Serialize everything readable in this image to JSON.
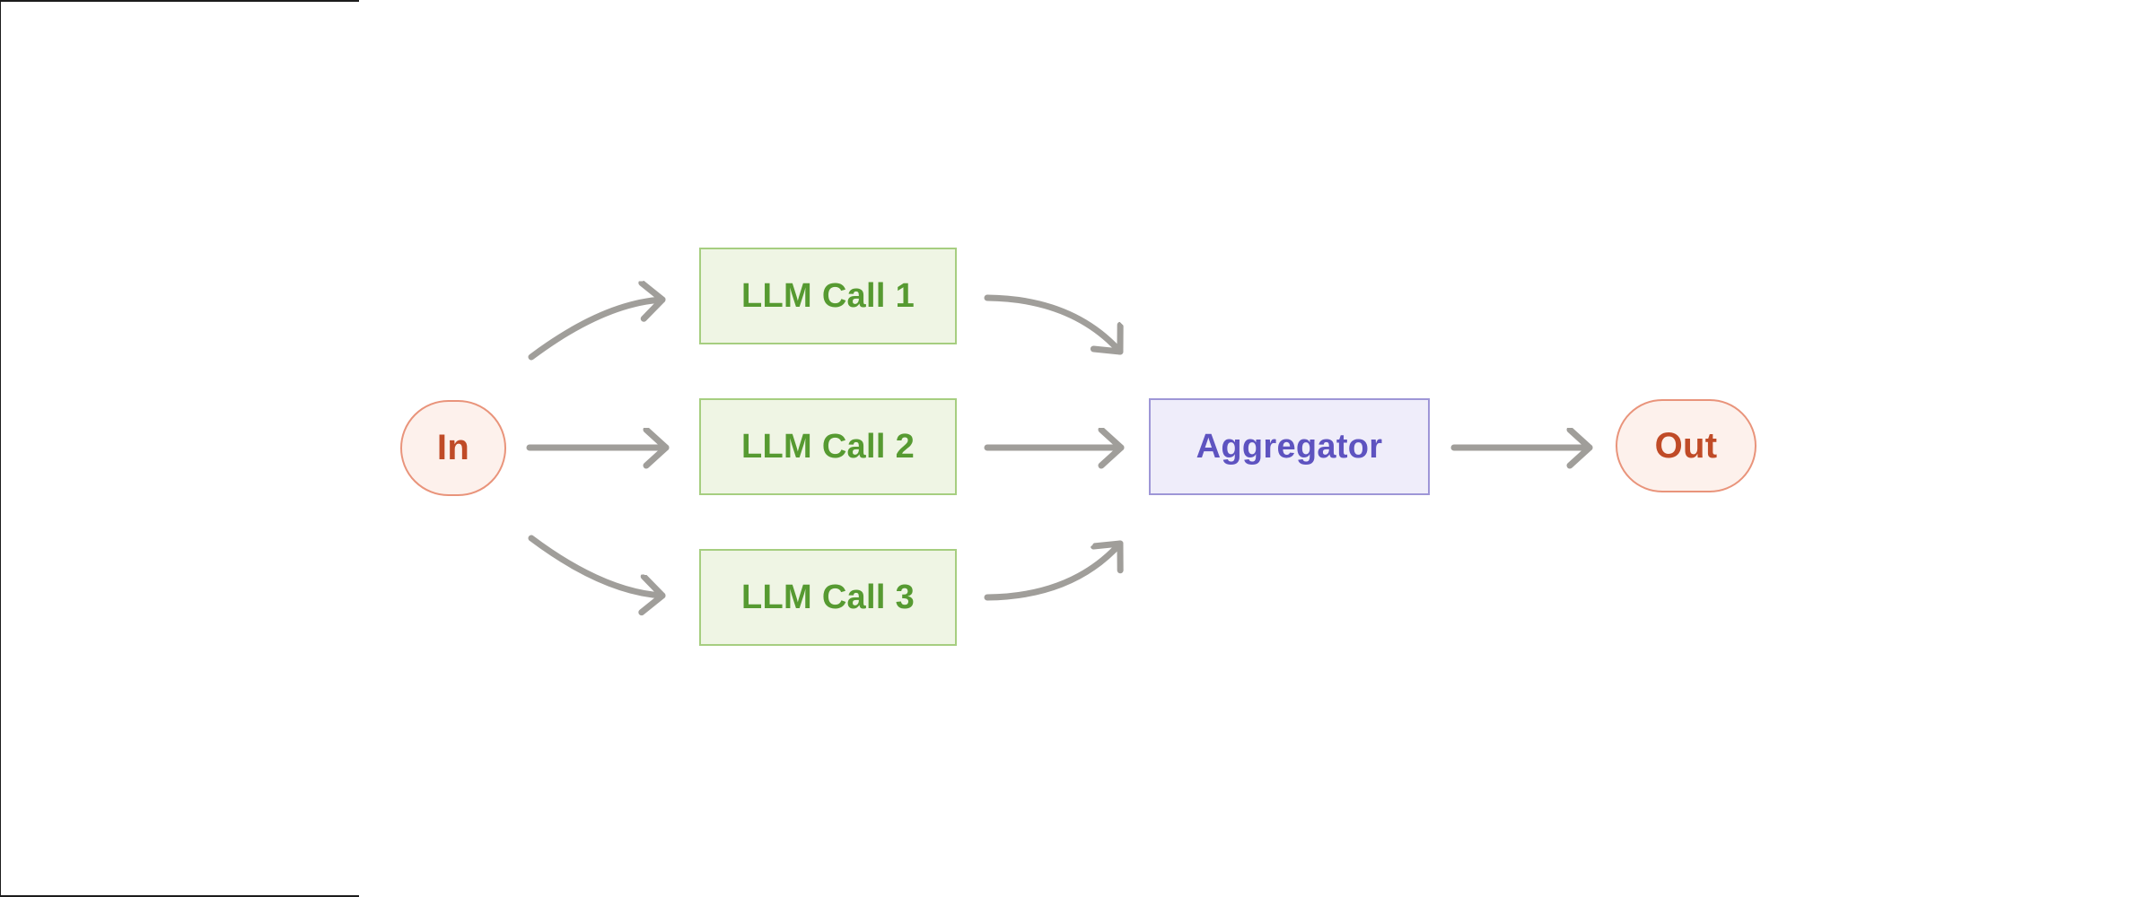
{
  "diagram_type": "workflow-parallelization",
  "nodes": {
    "in": {
      "label": "In",
      "kind": "terminal"
    },
    "llm_call_1": {
      "label": "LLM Call 1",
      "kind": "llm-call"
    },
    "llm_call_2": {
      "label": "LLM Call 2",
      "kind": "llm-call"
    },
    "llm_call_3": {
      "label": "LLM Call 3",
      "kind": "llm-call"
    },
    "aggregator": {
      "label": "Aggregator",
      "kind": "aggregator"
    },
    "out": {
      "label": "Out",
      "kind": "terminal"
    }
  },
  "edges": [
    {
      "from": "in",
      "to": "llm_call_1",
      "shape": "curved-up"
    },
    {
      "from": "in",
      "to": "llm_call_2",
      "shape": "straight"
    },
    {
      "from": "in",
      "to": "llm_call_3",
      "shape": "curved-down"
    },
    {
      "from": "llm_call_1",
      "to": "aggregator",
      "shape": "curved-down"
    },
    {
      "from": "llm_call_2",
      "to": "aggregator",
      "shape": "straight"
    },
    {
      "from": "llm_call_3",
      "to": "aggregator",
      "shape": "curved-up"
    },
    {
      "from": "aggregator",
      "to": "out",
      "shape": "straight"
    }
  ],
  "colors": {
    "bg": "#ffffff",
    "frame": "#1c1c1c",
    "arrow": "#a09e9a",
    "terminal-fill": "#fdf1ec",
    "terminal-border": "#e9947b",
    "terminal-text": "#c04b27",
    "llm-fill": "#eff5e4",
    "llm-border": "#a6ce80",
    "llm-text": "#569a31",
    "agg-fill": "#efedfa",
    "agg-border": "#9e96d7",
    "agg-text": "#5e53c0"
  }
}
